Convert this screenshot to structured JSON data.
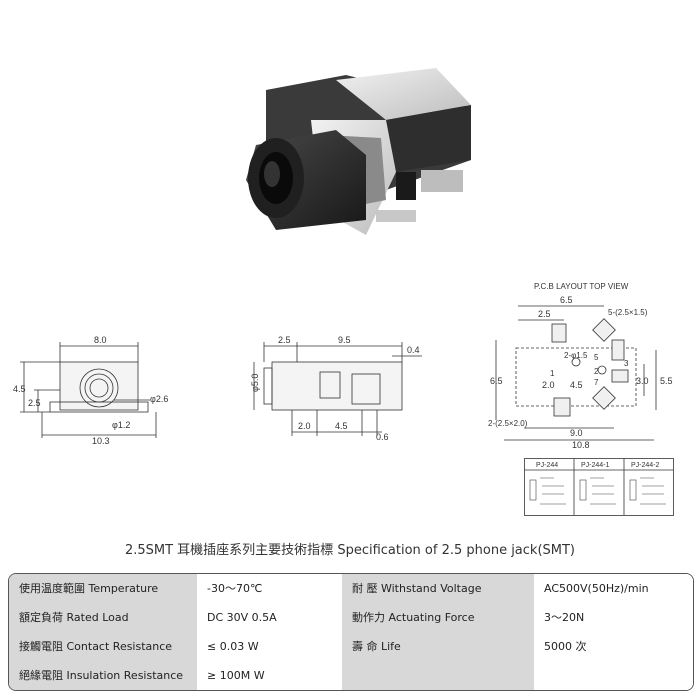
{
  "title": "2.5SMT   耳機插座系列主要技術指標 Specification of 2.5 phone jack(SMT)",
  "drawing_labels": {
    "front": {
      "width": "8.0",
      "height": "4.5",
      "body": "2.5",
      "dia": "φ2.6",
      "pin": "φ1.2",
      "total": "10.3"
    },
    "side": {
      "a": "2.5",
      "b": "9.5",
      "c": "0.4",
      "dia": "φ5.0",
      "d": "2.0",
      "e": "4.5",
      "f": "0.6"
    },
    "pcb": {
      "header": "P.C.B LAYOUT    TOP VIEW",
      "w65": "6.5",
      "w25": "2.5",
      "pad5": "5-(2.5×1.5)",
      "hole": "2-φ1.5",
      "h65": "6.5",
      "h55": "5.5",
      "h30": "3.0",
      "x20": "2.0",
      "x45": "4.5",
      "pad2": "2-(2.5×2.0)",
      "w90": "9.0",
      "w108": "10.8",
      "n5": "5",
      "n2": "2",
      "n1": "1",
      "n7": "7",
      "n3": "3"
    },
    "schematics": [
      "PJ-244",
      "PJ-244-1",
      "PJ-244-2"
    ]
  },
  "spec_rows": [
    {
      "label1": "使用温度範圍 Temperature",
      "value1": "-30～70℃",
      "label2": "耐    壓  Withstand Voltage",
      "value2": "AC500V(50Hz)/min"
    },
    {
      "label1": "額定負荷  Rated Load",
      "value1": "DC  30V  0.5A",
      "label2": "動作力  Actuating Force",
      "value2": "3～20N"
    },
    {
      "label1": "接觸電阻  Contact Resistance",
      "value1": "≤ 0.03 W",
      "label2": "壽    命  Life",
      "value2": "5000 次"
    },
    {
      "label1": "絕緣電阻  Insulation Resistance",
      "value1": "≥ 100M W",
      "label2": "",
      "value2": ""
    }
  ]
}
